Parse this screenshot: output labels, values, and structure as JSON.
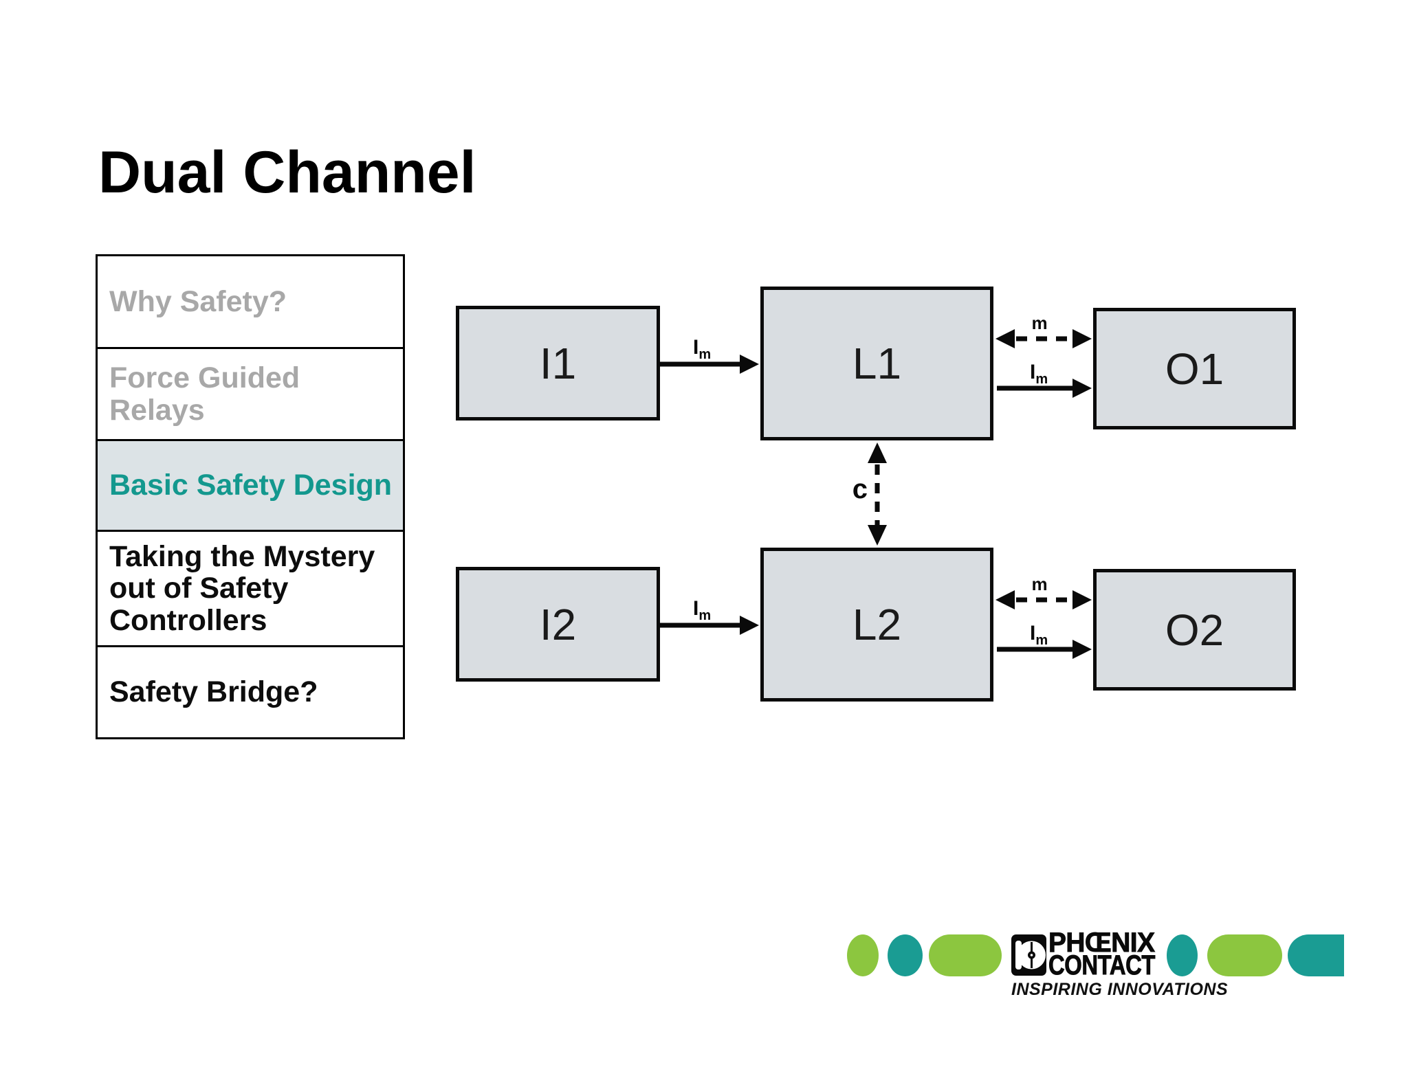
{
  "page": {
    "title": "Dual Channel"
  },
  "sidebar": {
    "items": [
      {
        "label": "Why Safety?",
        "state": "visited"
      },
      {
        "label": "Force Guided Relays",
        "state": "visited"
      },
      {
        "label": "Basic Safety Design",
        "state": "active"
      },
      {
        "label": "Taking the Mystery out of Safety Controllers",
        "state": "default"
      },
      {
        "label": "Safety Bridge?",
        "state": "default"
      }
    ]
  },
  "diagram": {
    "boxes": {
      "i1": "I1",
      "l1": "L1",
      "o1": "O1",
      "i2": "I2",
      "l2": "L2",
      "o2": "O2"
    },
    "labels": {
      "im_main": "I",
      "im_sub": "m",
      "m": "m",
      "c": "c"
    }
  },
  "logo": {
    "brand_line1": "PHŒNIX",
    "brand_line2": "CONTACT",
    "tagline": "INSPIRING INNOVATIONS"
  },
  "colors": {
    "accent_teal_text": "#13988e",
    "muted_text": "#a8a8a8",
    "active_item_bg": "#dce3e6",
    "box_fill": "#d9dde1",
    "brand_green": "#8cc63f",
    "brand_teal": "#1a9c93"
  }
}
